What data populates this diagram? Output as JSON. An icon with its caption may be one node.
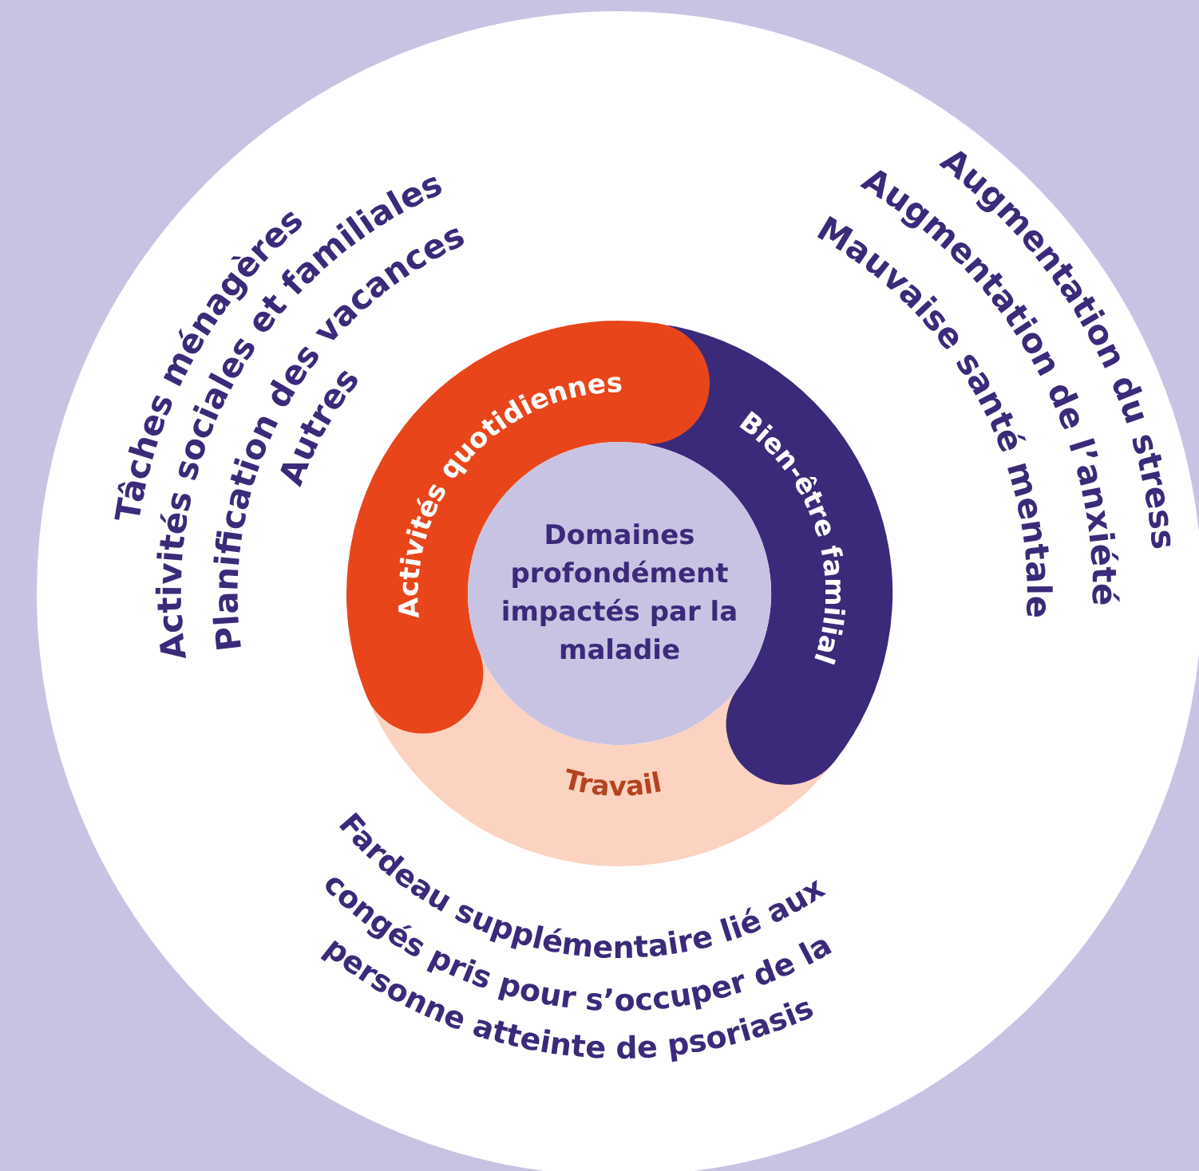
{
  "diagram": {
    "nodes": [
      {
        "text": [
          "Domaines profondément impactés par la maladie"
        ]
      },
      {
        "text": [
          "Activités quotidiennes"
        ],
        "beside": [
          "Tâches ménagères",
          "Activités sociales et familiales",
          "Planification des vacances",
          "Autres"
        ]
      },
      {
        "text": [
          "Bien-être familial"
        ],
        "beside": [
          "Augmentation du stress",
          "Augmentation de l’anxiété",
          "Mauvaise santé mentale"
        ]
      },
      {
        "text": [
          "Travail"
        ],
        "beside": [
          "Fardeau supplémentaire lié aux congés pris pour s’occuper de la personne atteinte de psoriasis"
        ]
      }
    ],
    "edges": []
  }
}
